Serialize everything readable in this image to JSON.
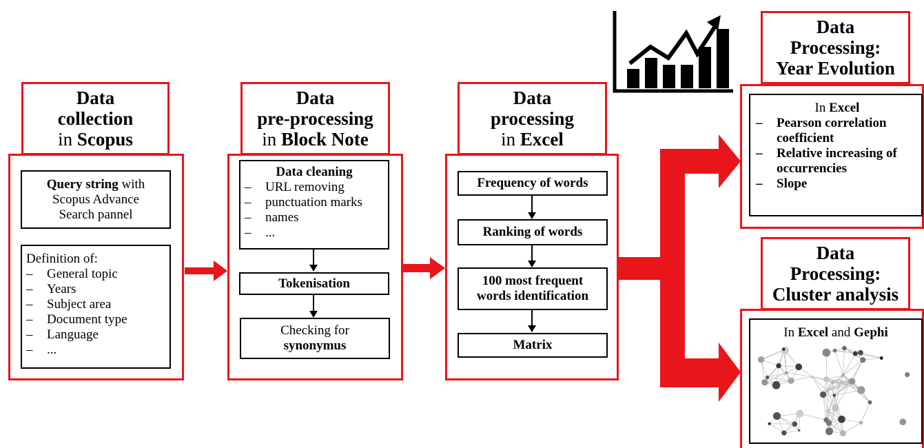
{
  "colors": {
    "accent": "#e8151b",
    "line": "#000000"
  },
  "col1": {
    "title_lines": [
      [
        {
          "t": "Data",
          "b": true
        }
      ],
      [
        {
          "t": "collection",
          "b": true
        }
      ],
      [
        {
          "t": "in ",
          "b": false
        },
        {
          "t": "Scopus",
          "b": true
        }
      ]
    ],
    "query_bold": "Query string",
    "query_rest": " with",
    "query_line2": "Scopus Advance",
    "query_line3": "Search pannel",
    "definition_label": "Definition of:",
    "definition_items": [
      "General topic",
      "Years",
      "Subject area",
      "Document type",
      "Language",
      "..."
    ]
  },
  "col2": {
    "title_lines": [
      [
        {
          "t": "Data",
          "b": true
        }
      ],
      [
        {
          "t": "pre-processing",
          "b": true
        }
      ],
      [
        {
          "t": "in ",
          "b": false
        },
        {
          "t": "Block Note",
          "b": true
        }
      ]
    ],
    "cleaning_label": "Data cleaning",
    "cleaning_items": [
      "URL removing",
      "punctuation marks",
      "names",
      "..."
    ],
    "tokenisation": "Tokenisation",
    "checking_line1": "Checking for",
    "checking_line2": "synonymus"
  },
  "col3": {
    "title_lines": [
      [
        {
          "t": "Data",
          "b": true
        }
      ],
      [
        {
          "t": "processing",
          "b": true
        }
      ],
      [
        {
          "t": "in ",
          "b": false
        },
        {
          "t": "Excel",
          "b": true
        }
      ]
    ],
    "steps": [
      "Frequency of words",
      "Ranking of words",
      "100 most frequent words identification",
      "Matrix"
    ]
  },
  "col4_top": {
    "title_lines": [
      [
        {
          "t": "Data",
          "b": true
        }
      ],
      [
        {
          "t": "Processing:",
          "b": true
        }
      ],
      [
        {
          "t": "Year Evolution",
          "b": true
        }
      ]
    ],
    "in_label": "In ",
    "in_tool": "Excel",
    "items": [
      "Pearson correlation coefficient",
      "Relative increasing of occurrencies",
      "Slope"
    ]
  },
  "col4_bottom": {
    "title_lines": [
      [
        {
          "t": "Data",
          "b": true
        }
      ],
      [
        {
          "t": "Processing:",
          "b": true
        }
      ],
      [
        {
          "t": "Cluster analysis",
          "b": true
        }
      ]
    ],
    "in_label": "In ",
    "tool1": "Excel",
    "and_label": " and ",
    "tool2": "Gephi"
  },
  "icons": {
    "chart": "bar-chart-trend-icon",
    "network": "network-graph-icon"
  }
}
